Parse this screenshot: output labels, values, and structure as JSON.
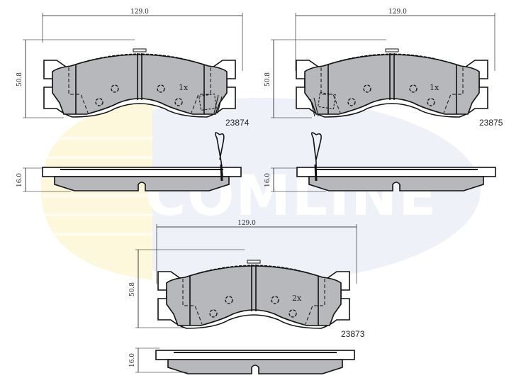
{
  "watermark": {
    "brand": "COMLINE",
    "colors": {
      "yellow": "#fdf6d8",
      "blue": "#e6ebf6",
      "stripe": "#e9ecf4"
    }
  },
  "colors": {
    "pad_fill": "#b7b8bc",
    "line": "#111111",
    "background": "#ffffff"
  },
  "pads": [
    {
      "part_number": "23874",
      "quantity": "1x",
      "width_dim": "129.0",
      "height_dim": "50.8",
      "thickness_dim": "16.0",
      "has_wear_indicator": true
    },
    {
      "part_number": "23875",
      "quantity": "1x",
      "width_dim": "129.0",
      "height_dim": "50.8",
      "thickness_dim": "16.0",
      "has_wear_indicator": true
    },
    {
      "part_number": "23873",
      "quantity": "2x",
      "width_dim": "129.0",
      "height_dim": "50.8",
      "thickness_dim": "16.0",
      "has_wear_indicator": false
    }
  ]
}
